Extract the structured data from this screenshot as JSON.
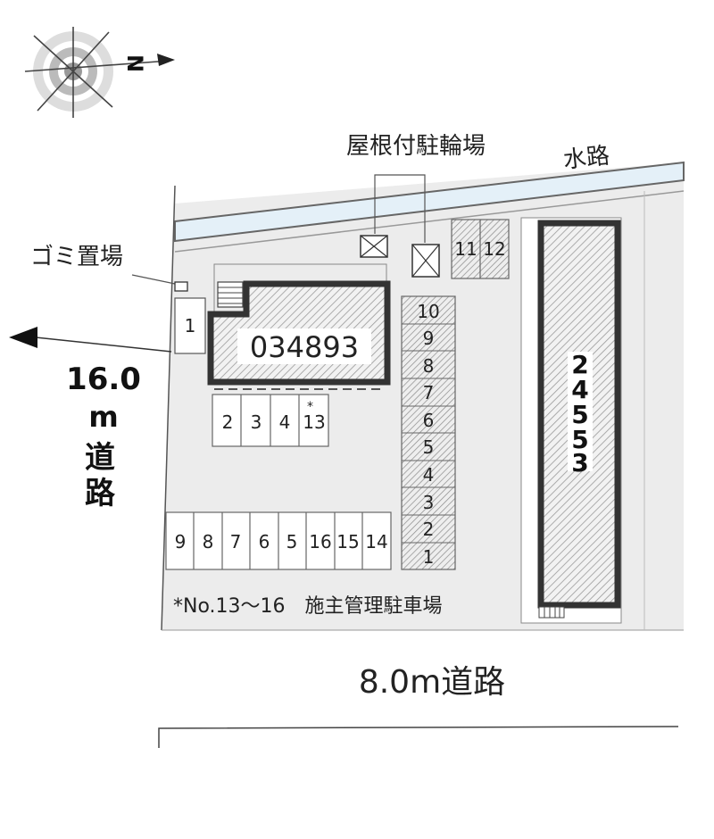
{
  "compass": {
    "north_label": "N"
  },
  "labels": {
    "bike_parking": "屋根付駐輪場",
    "waterway": "水路",
    "garbage": "ゴミ置場",
    "road_west_width": "16.0",
    "road_west_unit": "m",
    "road_west_char1": "道",
    "road_west_char2": "路",
    "road_south": "8.0m道路",
    "note": "*No.13〜16　施主管理駐車場"
  },
  "buildings": {
    "main": "034893",
    "east_digits": [
      "2",
      "4",
      "5",
      "5",
      "3"
    ]
  },
  "parking": {
    "left_single": "1",
    "row_upper": [
      "2",
      "3",
      "4",
      "13"
    ],
    "row_upper_star": "*",
    "row_lower": [
      "9",
      "8",
      "7",
      "6",
      "5",
      "16",
      "15",
      "14"
    ],
    "column_center": [
      "10",
      "9",
      "8",
      "7",
      "6",
      "5",
      "4",
      "3",
      "2",
      "1"
    ],
    "top_pair": [
      "11",
      "12"
    ]
  }
}
